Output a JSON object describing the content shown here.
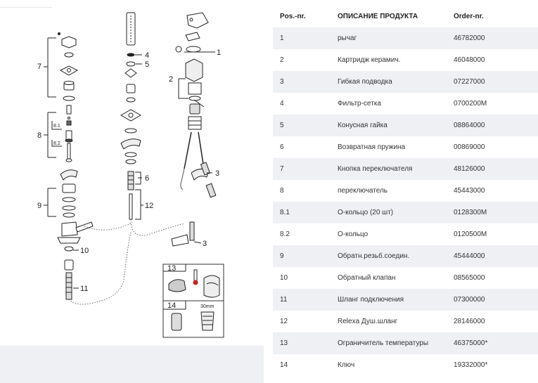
{
  "table": {
    "headers": {
      "pos": "Pos.-nr.",
      "description": "ОПИСАНИЕ ПРОДУКТА",
      "order": "Order-nr."
    },
    "rows": [
      {
        "pos": "1",
        "description": "рычаг",
        "order": "46782000"
      },
      {
        "pos": "2",
        "description": "Картридж керамич.",
        "order": "46048000"
      },
      {
        "pos": "3",
        "description": "Гибкая подводка",
        "order": "07227000"
      },
      {
        "pos": "4",
        "description": "Фильтр-сетка",
        "order": "0700200M"
      },
      {
        "pos": "5",
        "description": "Конусная гайка",
        "order": "08864000"
      },
      {
        "pos": "6",
        "description": "Возвратная пружина",
        "order": "00869000"
      },
      {
        "pos": "7",
        "description": "Кнопка переключателя",
        "order": "48126000"
      },
      {
        "pos": "8",
        "description": "переключатель",
        "order": "45443000"
      },
      {
        "pos": "8.1",
        "description": "O-кольцо (20 шт)",
        "order": "0128300M"
      },
      {
        "pos": "8.2",
        "description": "O-кольцо",
        "order": "0120500M"
      },
      {
        "pos": "9",
        "description": "Обратн.резьб.соедин.",
        "order": "45444000"
      },
      {
        "pos": "10",
        "description": "Обратный клапан",
        "order": "08565000"
      },
      {
        "pos": "11",
        "description": "Шланг подключения",
        "order": "07300000"
      },
      {
        "pos": "12",
        "description": "Relexa Душ.шланг",
        "order": "28146000"
      },
      {
        "pos": "13",
        "description": "Ограничитель температуры",
        "order": "46375000*"
      },
      {
        "pos": "14",
        "description": "Ключ",
        "order": "19332000*"
      }
    ]
  },
  "diagram": {
    "callouts": {
      "c1": "1",
      "c2": "2",
      "c3a": "3",
      "c3b": "3",
      "c4": "4",
      "c5": "5",
      "c6": "6",
      "c7": "7",
      "c8": "8",
      "c81": "8.1",
      "c82": "8.2",
      "c9": "9",
      "c10": "10",
      "c11": "11",
      "c12": "12"
    },
    "inset": {
      "label_13": "13",
      "label_14": "14",
      "size_label": "30mm"
    }
  }
}
